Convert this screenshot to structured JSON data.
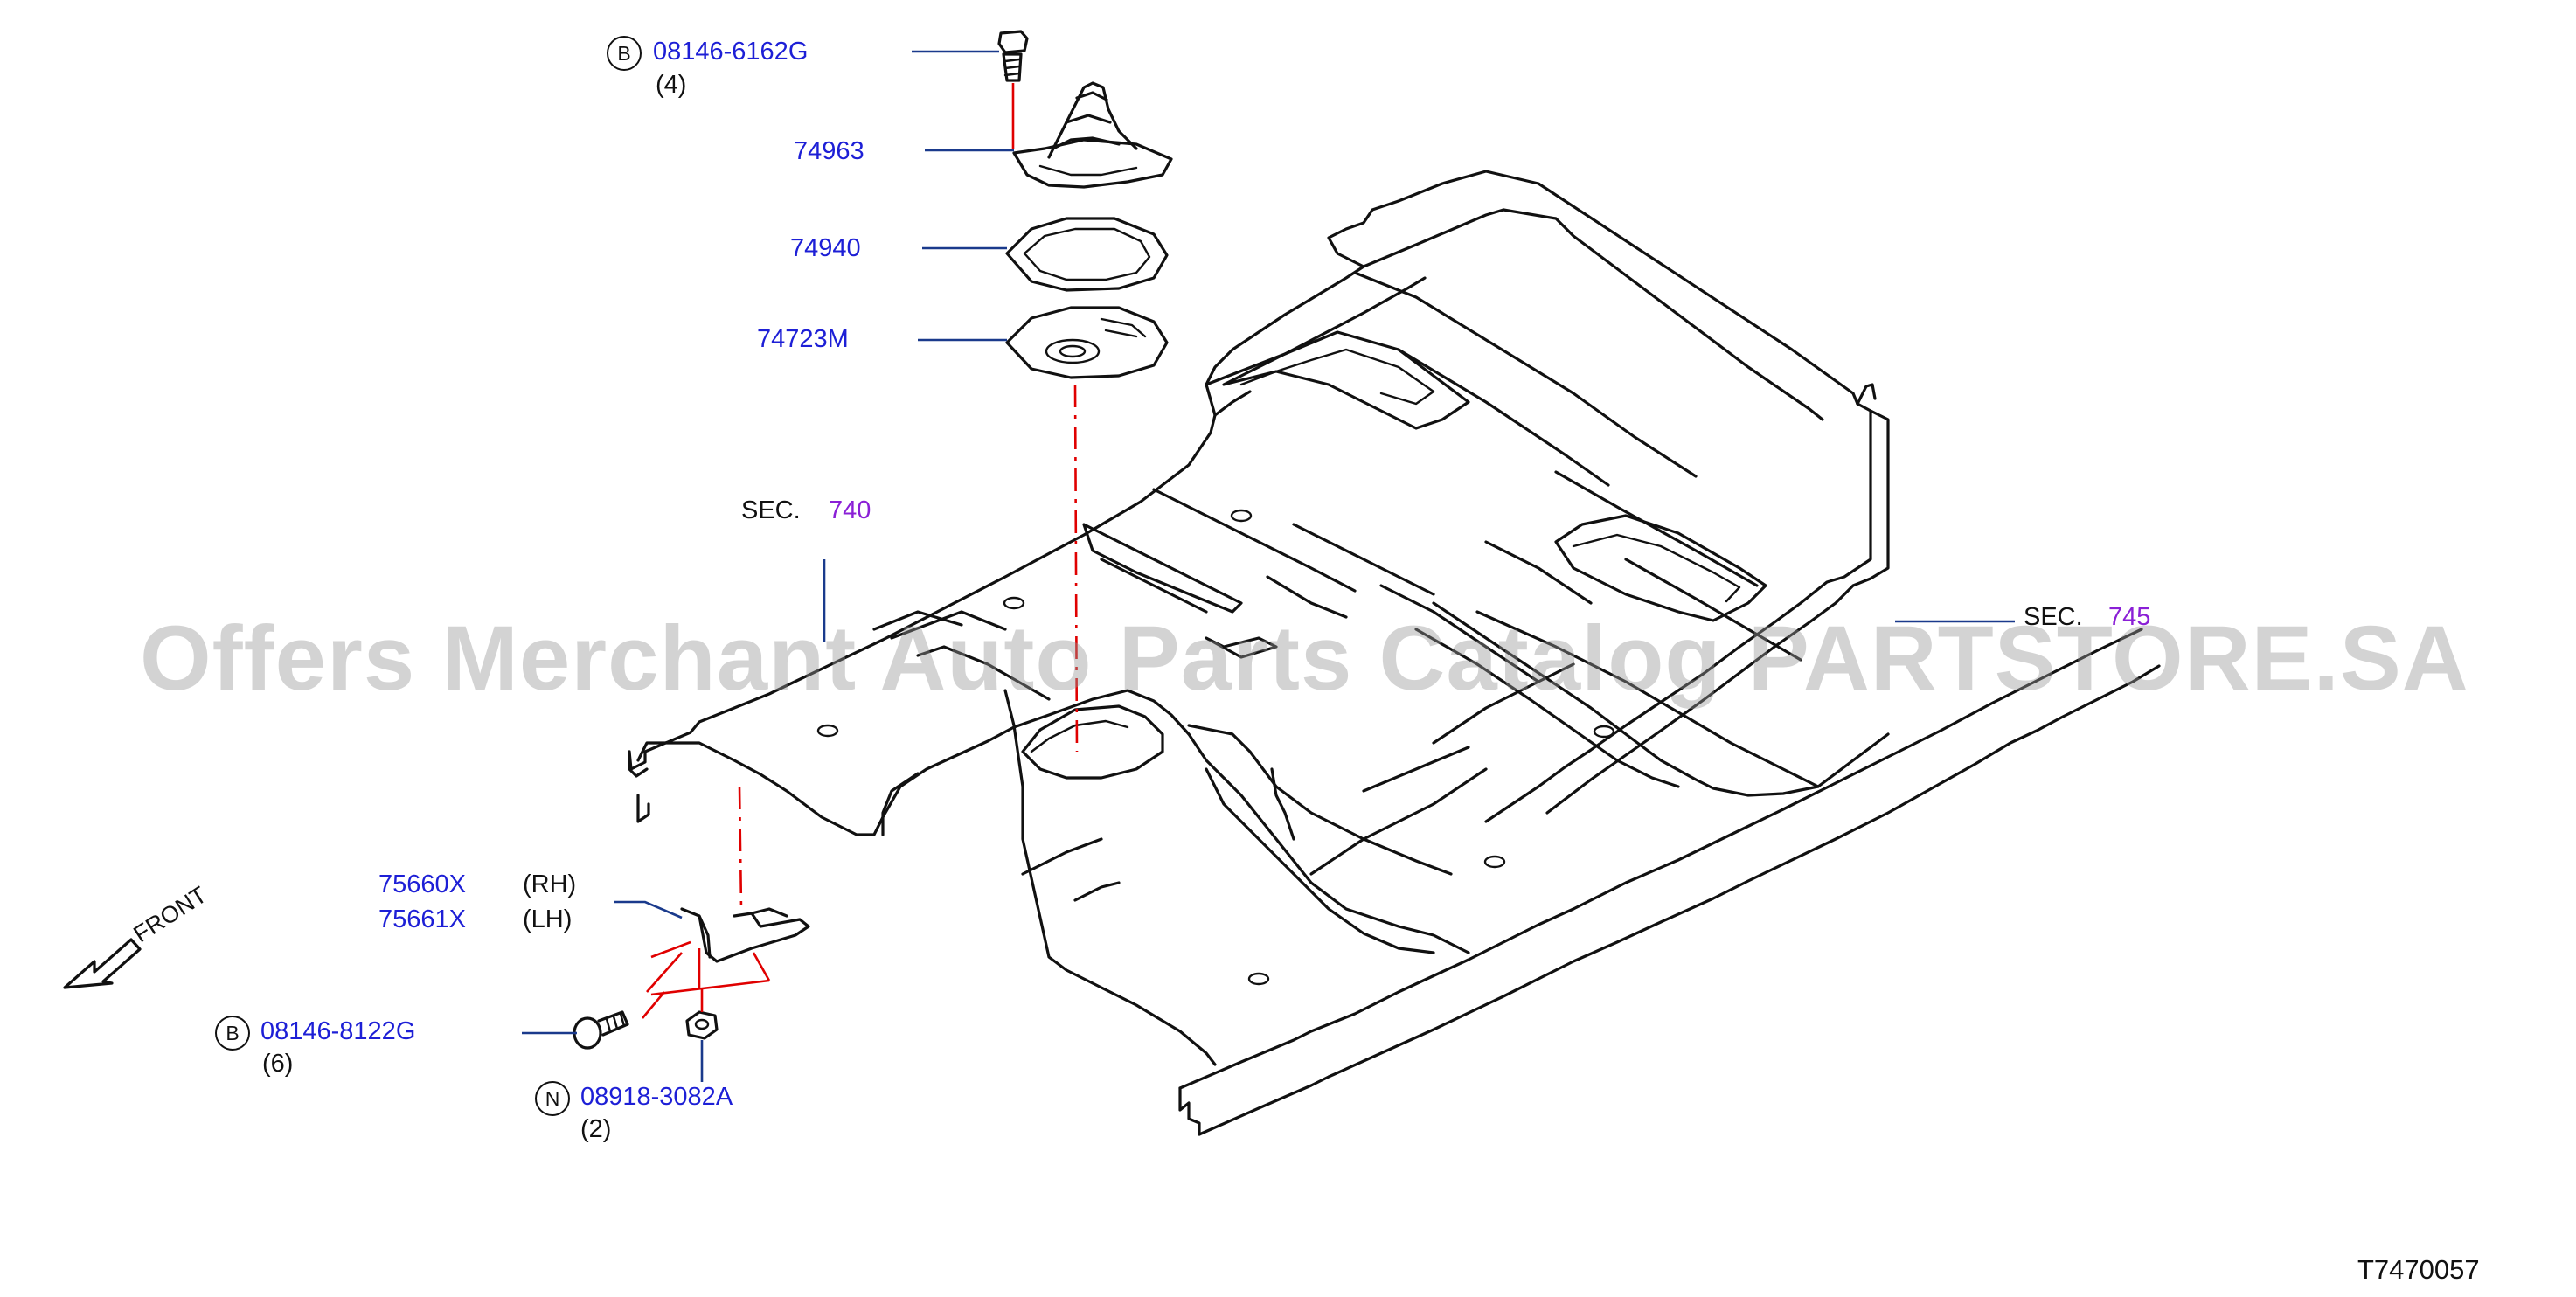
{
  "parts": {
    "bolt_top": {
      "marker": "B",
      "number": "08146-6162G",
      "qty": "(4)"
    },
    "boot": {
      "number": "74963"
    },
    "seal": {
      "number": "74940"
    },
    "plate": {
      "number": "74723M"
    },
    "bracket_rh": {
      "number": "75660X",
      "side": "(RH)"
    },
    "bracket_lh": {
      "number": "75661X",
      "side": "(LH)"
    },
    "bolt_bottom": {
      "marker": "B",
      "number": "08146-8122G",
      "qty": "(6)"
    },
    "nut": {
      "marker": "N",
      "number": "08918-3082A",
      "qty": "(2)"
    }
  },
  "sections": {
    "left": {
      "prefix": "SEC.",
      "number": "740"
    },
    "right": {
      "prefix": "SEC.",
      "number": "745"
    }
  },
  "front_label": "FRONT",
  "watermark": "Offers Merchant Auto Parts Catalog PARTSTORE.SA",
  "diagram_code": "T7470057",
  "colors": {
    "part_number": "#1d1fd6",
    "section_number": "#8a1fd6",
    "leader": "#1a3a8c",
    "centerline": "#e00000"
  }
}
